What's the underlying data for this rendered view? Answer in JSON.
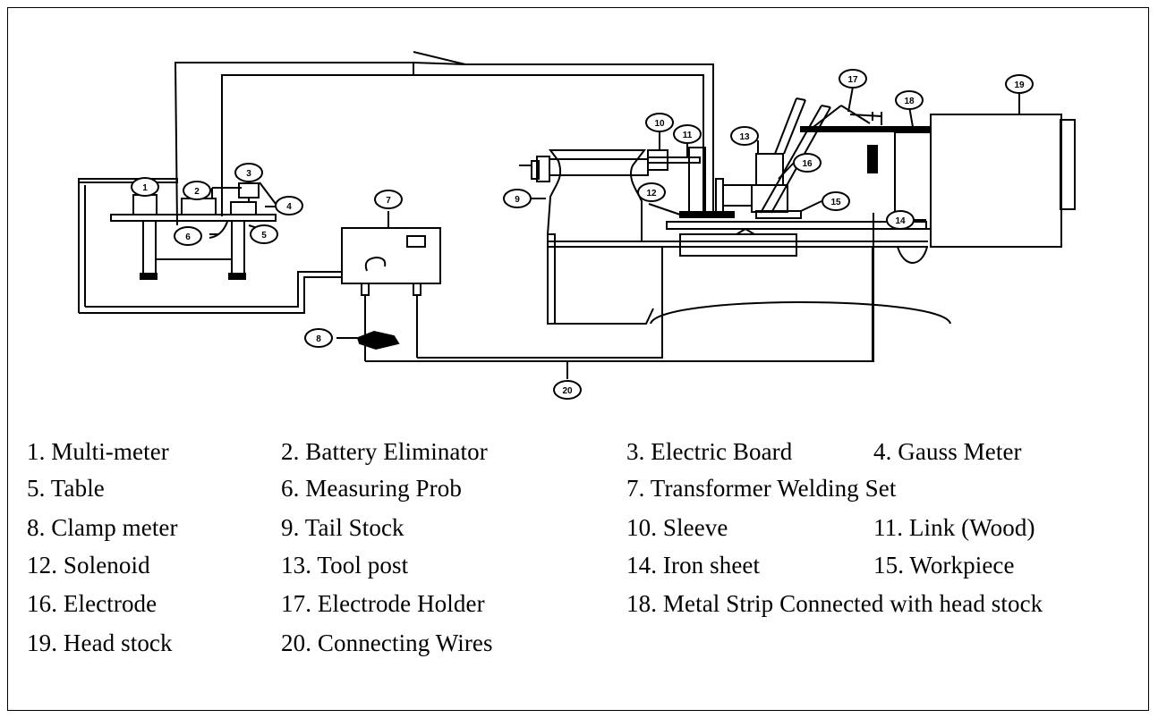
{
  "figure": {
    "callout_labels": [
      "1",
      "2",
      "3",
      "4",
      "5",
      "6",
      "7",
      "8",
      "9",
      "10",
      "11",
      "12",
      "13",
      "14",
      "15",
      "16",
      "17",
      "18",
      "19",
      "20"
    ],
    "legend": [
      "1. Multi-meter",
      "2. Battery Eliminator",
      "3. Electric Board",
      "4. Gauss Meter",
      "5. Table",
      "6. Measuring Prob",
      "7. Transformer Welding Set",
      "8. Clamp meter",
      "9. Tail Stock",
      "10. Sleeve",
      "11. Link (Wood)",
      "12. Solenoid",
      "13. Tool post",
      "14. Iron sheet",
      "15. Workpiece",
      "16. Electrode",
      "17. Electrode Holder",
      "18. Metal Strip Connected with head stock",
      "19. Head stock",
      "20. Connecting Wires"
    ]
  }
}
